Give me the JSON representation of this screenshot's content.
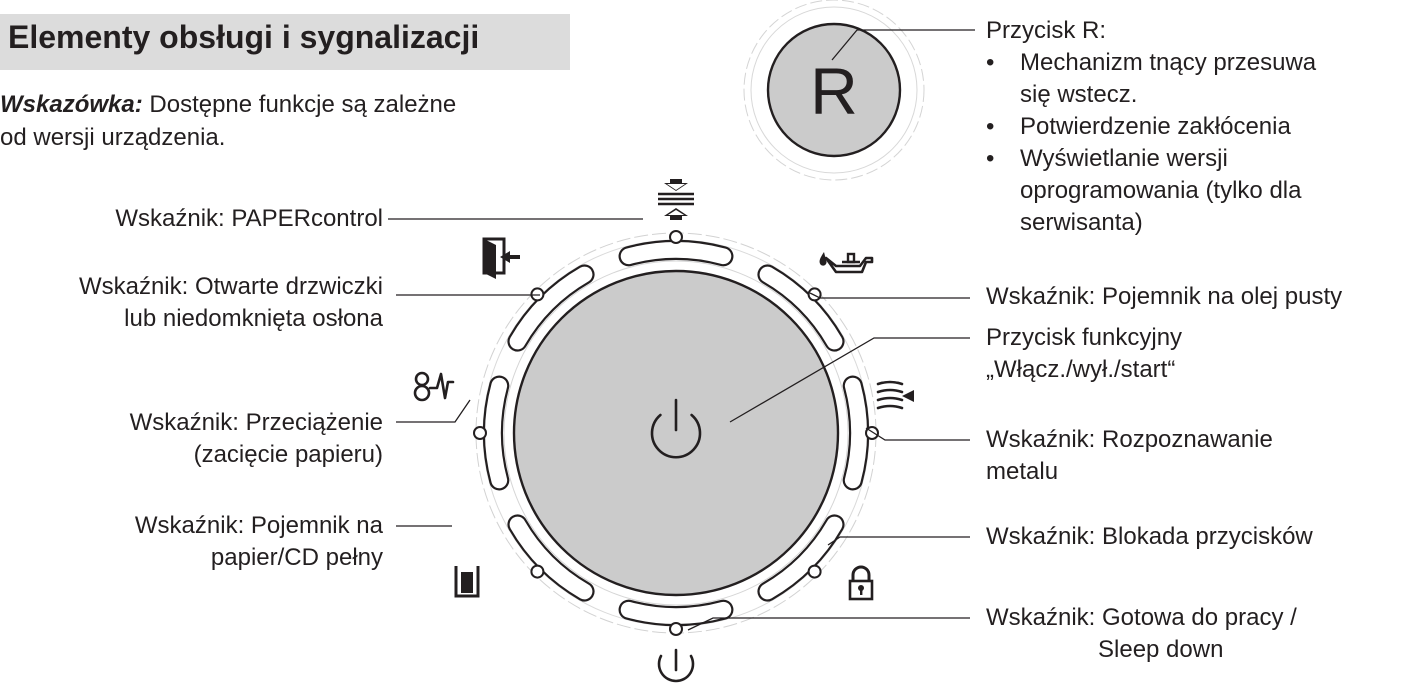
{
  "header": {
    "title": "Elementy obsługi i sygnalizacji",
    "hint_label": "Wskazówka:",
    "hint_text_line1": " Dostępne funkcje są zależne",
    "hint_text_line2": "od wersji urządzenia."
  },
  "r_button": {
    "glyph": "R",
    "title": "Przycisk R:",
    "bullets": [
      "Mechanizm tnący przesuwa",
      "się wstecz.",
      "Potwierdzenie zakłócenia",
      "Wyświetlanie wersji",
      "oprogramowania (tylko dla",
      "serwisanta)"
    ]
  },
  "left_labels": {
    "papercontrol": [
      "Wskaźnik: PAPERcontrol"
    ],
    "door_open": [
      "Wskaźnik: Otwarte drzwiczki",
      "lub niedomknięta osłona"
    ],
    "overload": [
      "Wskaźnik: Przeciążenie",
      "(zacięcie papieru)"
    ],
    "bin_full": [
      "Wskaźnik: Pojemnik na",
      "papier/CD pełny"
    ]
  },
  "right_labels": {
    "oil_empty": [
      "Wskaźnik: Pojemnik na olej pusty"
    ],
    "power_button": [
      "Przycisk funkcyjny",
      "„Włącz./wył./start“"
    ],
    "metal_detect": [
      "Wskaźnik: Rozpoznawanie",
      "metalu"
    ],
    "key_lock": [
      "Wskaźnik: Blokada przycisków"
    ],
    "ready": [
      "Wskaźnik: Gotowa do pracy /",
      "Sleep down"
    ]
  },
  "icons": {
    "papercontrol": "papercontrol-icon",
    "door": "door-open-icon",
    "oil": "oil-can-icon",
    "overload": "overload-icon",
    "metal": "metal-detect-icon",
    "bin": "bin-full-icon",
    "lock": "padlock-icon",
    "power": "power-icon"
  },
  "colors": {
    "button_fill": "#cbcbcb",
    "text": "#231f20",
    "ring": "#c8c8c8",
    "title_bar": "#dcdcdc"
  }
}
